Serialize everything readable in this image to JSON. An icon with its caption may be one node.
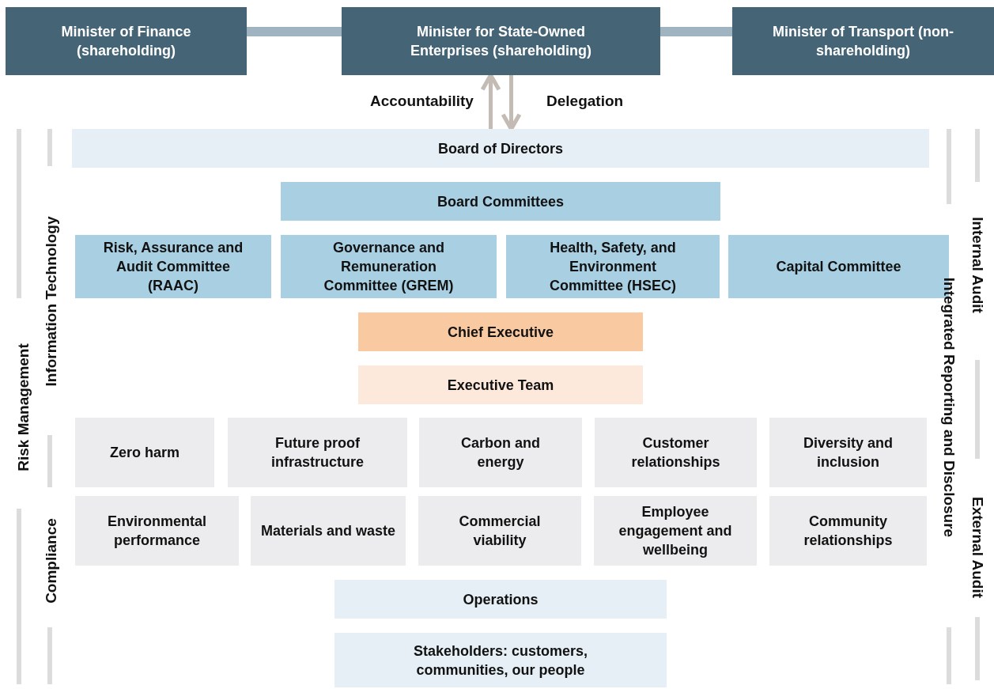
{
  "diagram": {
    "nodes": [
      {
        "text": [
          "Minister of Finance (shareholding)"
        ]
      },
      {
        "text": [
          "Minister for State-Owned Enterprises (shareholding)"
        ]
      },
      {
        "text": [
          "Minister of Transport (non-shareholding)"
        ]
      },
      {
        "text": [
          "Board of Directors"
        ]
      },
      {
        "text": [
          "Board Committees"
        ]
      },
      {
        "text": [
          "Risk, Assurance and Audit Committee (RAAC)"
        ]
      },
      {
        "text": [
          "Governance and Remuneration Committee (GREM)"
        ]
      },
      {
        "text": [
          "Health, Safety, and Environment Committee (HSEC)"
        ]
      },
      {
        "text": [
          "Capital Committee"
        ]
      },
      {
        "text": [
          "Chief Executive"
        ]
      },
      {
        "text": [
          "Executive Team"
        ]
      },
      {
        "text": [
          "Zero harm"
        ]
      },
      {
        "text": [
          "Future proof infrastructure"
        ]
      },
      {
        "text": [
          "Carbon and energy"
        ]
      },
      {
        "text": [
          "Customer relationships"
        ]
      },
      {
        "text": [
          "Diversity and inclusion"
        ]
      },
      {
        "text": [
          "Environmental performance"
        ]
      },
      {
        "text": [
          "Materials and waste"
        ]
      },
      {
        "text": [
          "Commercial viability"
        ]
      },
      {
        "text": [
          "Employee engagement and wellbeing"
        ]
      },
      {
        "text": [
          "Community relationships"
        ]
      },
      {
        "text": [
          "Operations"
        ]
      },
      {
        "text": [
          "Stakeholders: customers, communities, our people"
        ]
      }
    ],
    "edges": [
      {
        "from": 0,
        "to": 1,
        "arrow": "none",
        "style": "thick",
        "color": "#9fb3c1"
      },
      {
        "from": 1,
        "to": 2,
        "arrow": "none",
        "style": "thick",
        "color": "#9fb3c1"
      },
      {
        "from": 3,
        "to": 1,
        "arrow": "to",
        "label": "Accountability",
        "color": "#c4bcb4"
      },
      {
        "from": 1,
        "to": 3,
        "arrow": "to",
        "label": "Delegation",
        "color": "#c4bcb4"
      }
    ],
    "labels": [
      "Risk Management",
      "Information Technology",
      "Compliance",
      "Internal Audit",
      "Integrated Reporting and Disclosure",
      "External Audit"
    ]
  }
}
